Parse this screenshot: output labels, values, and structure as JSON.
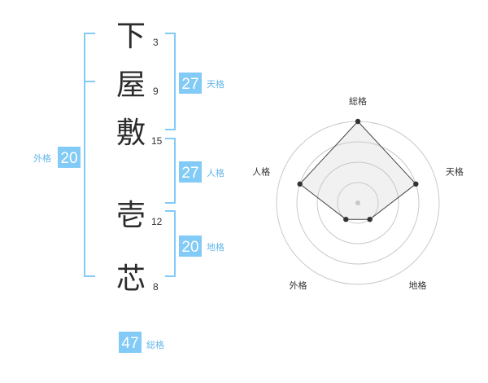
{
  "name_chars": [
    {
      "char": "下",
      "strokes": "3"
    },
    {
      "char": "屋",
      "strokes": "9"
    },
    {
      "char": "敷",
      "strokes": "15"
    },
    {
      "char": "壱",
      "strokes": "12"
    },
    {
      "char": "芯",
      "strokes": "8"
    }
  ],
  "kaku": {
    "tenkaku": {
      "value": "27",
      "label": "天格"
    },
    "jinkaku": {
      "value": "27",
      "label": "人格"
    },
    "chikaku": {
      "value": "20",
      "label": "地格"
    },
    "gaikaku": {
      "value": "20",
      "label": "外格"
    },
    "soukaku": {
      "value": "47",
      "label": "総格"
    }
  },
  "radar": {
    "axes": [
      "総格",
      "天格",
      "地格",
      "外格",
      "人格"
    ],
    "levels": 4,
    "values": [
      4,
      3,
      1,
      1,
      3
    ],
    "max": 4
  },
  "colors": {
    "accent": "#82cbf6",
    "label_accent": "#63b6ea"
  }
}
